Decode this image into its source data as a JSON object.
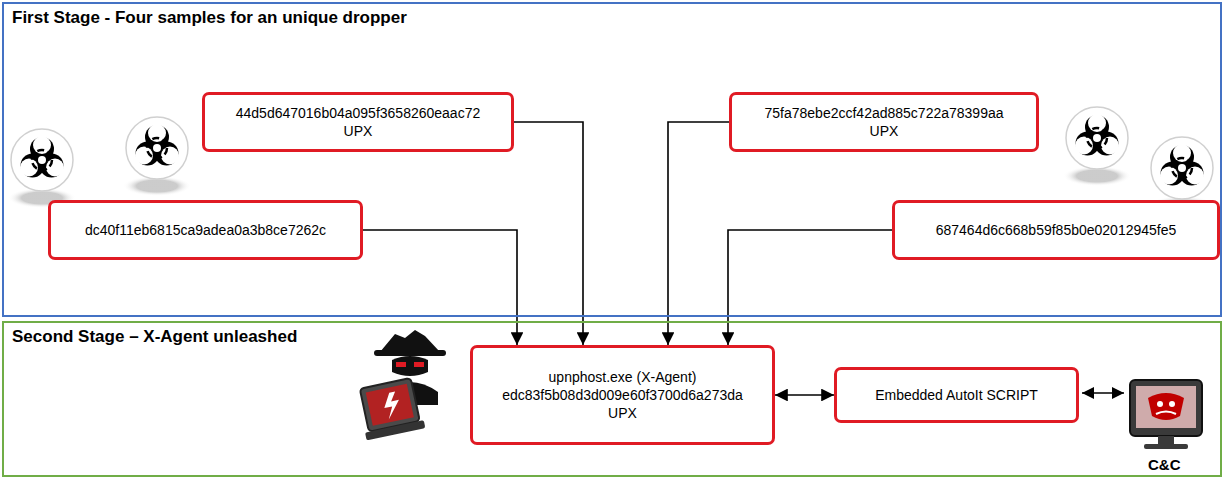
{
  "diagram": {
    "nodes": [
      {
        "text": [
          "First Stage - Four samples for an unique dropper"
        ]
      },
      {
        "text": [
          "44d5d647016b04a095f3658260eaac72",
          "UPX"
        ],
        "in": 0
      },
      {
        "text": [
          "75fa78ebe2ccf42ad885c722a78399aa",
          "UPX"
        ],
        "in": 0
      },
      {
        "text": [
          "dc40f11eb6815ca9adea0a3b8ce7262c"
        ],
        "in": 0
      },
      {
        "text": [
          "687464d6c668b59f85b0e02012945fe5"
        ],
        "in": 0
      },
      {
        "text": [
          "Second Stage – X-Agent unleashed"
        ]
      },
      {
        "text": [
          "upnphost.exe (X-Agent)",
          "edc83f5b08d3d009e60f3700d6a273da",
          "UPX"
        ],
        "in": 5
      },
      {
        "text": [
          "Embedded AutoIt SCRIPT"
        ],
        "in": 5
      }
    ],
    "edges": [
      {
        "from": 3,
        "to": 6,
        "arrow": "to"
      },
      {
        "from": 1,
        "to": 6,
        "arrow": "to"
      },
      {
        "from": 2,
        "to": 6,
        "arrow": "to"
      },
      {
        "from": 4,
        "to": 6,
        "arrow": "to"
      },
      {
        "from": 6,
        "to": 7,
        "arrow": "both"
      }
    ],
    "labels": [
      "C&C"
    ]
  }
}
